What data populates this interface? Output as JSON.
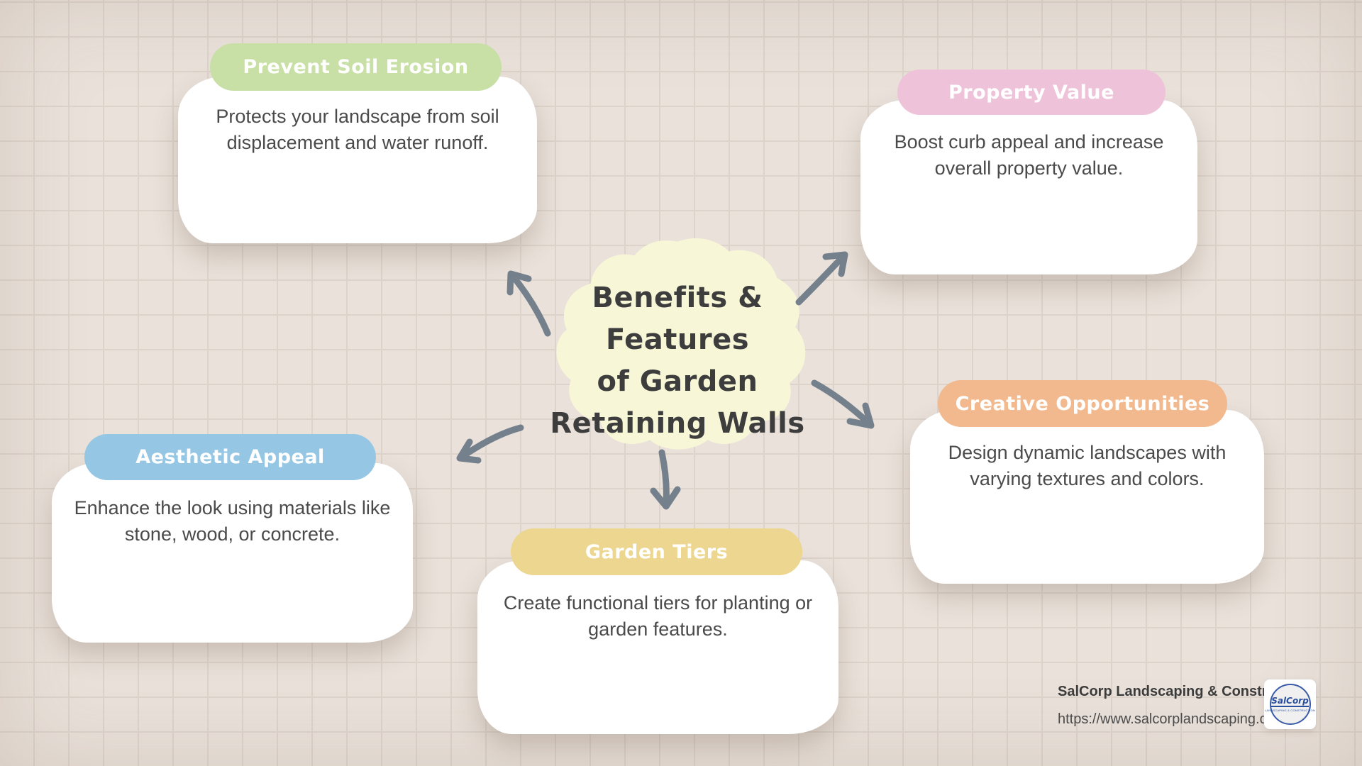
{
  "title": "Benefits & Features of Garden Retaining Walls",
  "center": {
    "title_lines": [
      "Benefits & Features",
      "of Garden",
      "Retaining Walls"
    ]
  },
  "nodes": [
    {
      "id": "prevent-soil-erosion",
      "title": "Prevent Soil Erosion",
      "body": "Protects your landscape from soil displacement and water runoff.",
      "accent": "#c8dfa6"
    },
    {
      "id": "property-value",
      "title": "Property Value",
      "body": "Boost curb appeal and increase overall property value.",
      "accent": "#eec3d9"
    },
    {
      "id": "creative-opportunities",
      "title": "Creative Opportunities",
      "body": "Design dynamic landscapes with varying textures and colors.",
      "accent": "#f2b98e"
    },
    {
      "id": "garden-tiers",
      "title": "Garden Tiers",
      "body": "Create functional tiers for planting or garden features.",
      "accent": "#edd68f"
    },
    {
      "id": "aesthetic-appeal",
      "title": "Aesthetic Appeal",
      "body": "Enhance the look using materials like stone, wood, or concrete.",
      "accent": "#95c7e5"
    }
  ],
  "footer": {
    "company": "SalCorp Landscaping & Construction",
    "url": "https://www.salcorplandscaping.com",
    "logo_text": "SalCorp",
    "logo_subtext": "LANDSCAPING & CONSTRUCTION"
  },
  "colors": {
    "background": "#e9e1da",
    "grid_line": "#dcd3cb",
    "blob": "#f7f7d8",
    "arrow": "#75808d",
    "heading_text": "#3d3d3d",
    "body_text": "#4a4a4a",
    "card_background": "#ffffff"
  }
}
